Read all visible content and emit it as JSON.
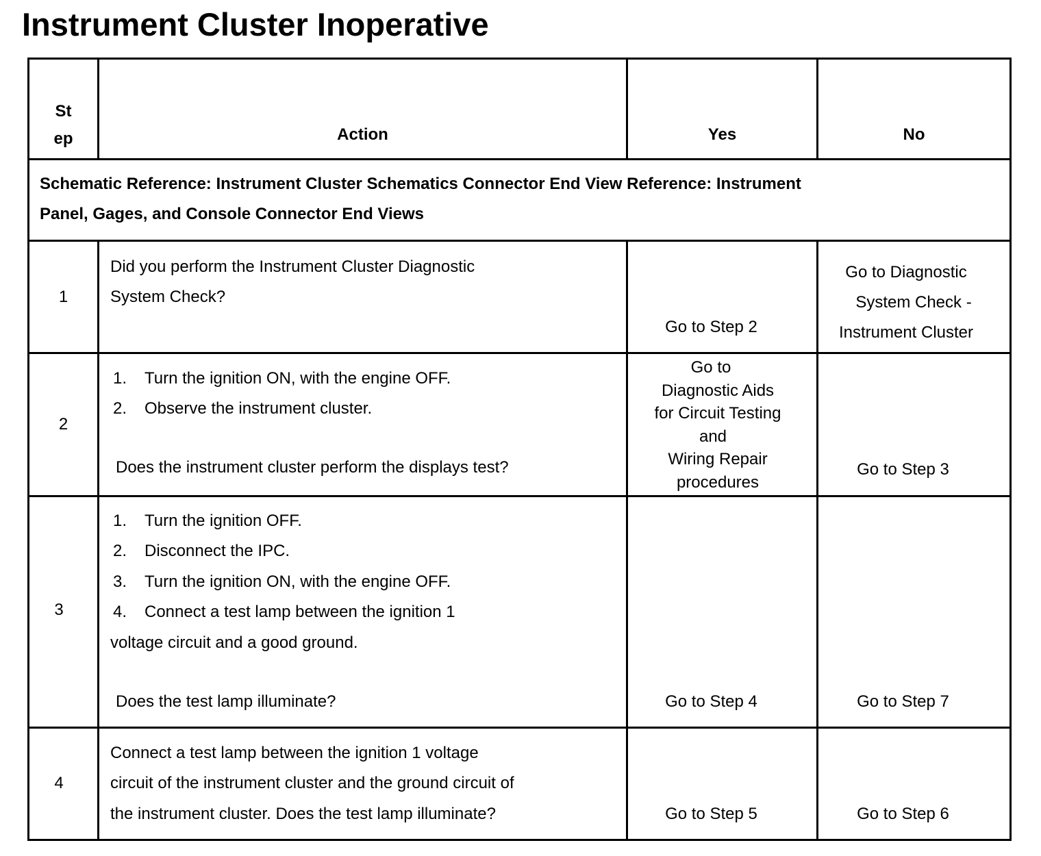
{
  "title": "Instrument Cluster Inoperative",
  "headers": {
    "step_line1": "St",
    "step_line2": "ep",
    "action": "Action",
    "yes": "Yes",
    "no": "No"
  },
  "reference": {
    "line1": "Schematic Reference: Instrument Cluster Schematics Connector End View Reference: Instrument",
    "line2": "Panel, Gages, and Console Connector End Views"
  },
  "rows": [
    {
      "step": "1",
      "action_line1": "Did you perform the Instrument Cluster Diagnostic",
      "action_line2": "System Check?",
      "yes": "Go to Step 2",
      "no_line1": "Go to Diagnostic",
      "no_line2": "System Check -",
      "no_line3": "Instrument Cluster"
    },
    {
      "step": "2",
      "items": [
        "Turn the ignition ON, with the engine OFF.",
        "Observe the instrument cluster."
      ],
      "question": "Does the instrument cluster perform the displays test?",
      "yes_line1": "Go to",
      "yes_line2": "Diagnostic Aids",
      "yes_line3": "for Circuit Testing",
      "yes_line4": "and",
      "yes_line5": "Wiring Repair",
      "yes_line6": "procedures",
      "no": "Go to Step 3"
    },
    {
      "step": "3",
      "items": [
        "Turn the ignition OFF.",
        "Disconnect the IPC.",
        "Turn the ignition ON, with the engine OFF.",
        "Connect a test lamp between the ignition 1"
      ],
      "item4_cont": "voltage circuit and a good ground.",
      "question": "Does the test lamp illuminate?",
      "yes": "Go to Step 4",
      "no": "Go to Step 7"
    },
    {
      "step": "4",
      "action_line1": "Connect a test lamp between the ignition 1 voltage",
      "action_line2": "circuit of the instrument cluster and the ground circuit of",
      "action_line3": "the instrument cluster. Does the test lamp illuminate?",
      "yes": "Go to Step 5",
      "no": "Go to Step 6"
    }
  ]
}
